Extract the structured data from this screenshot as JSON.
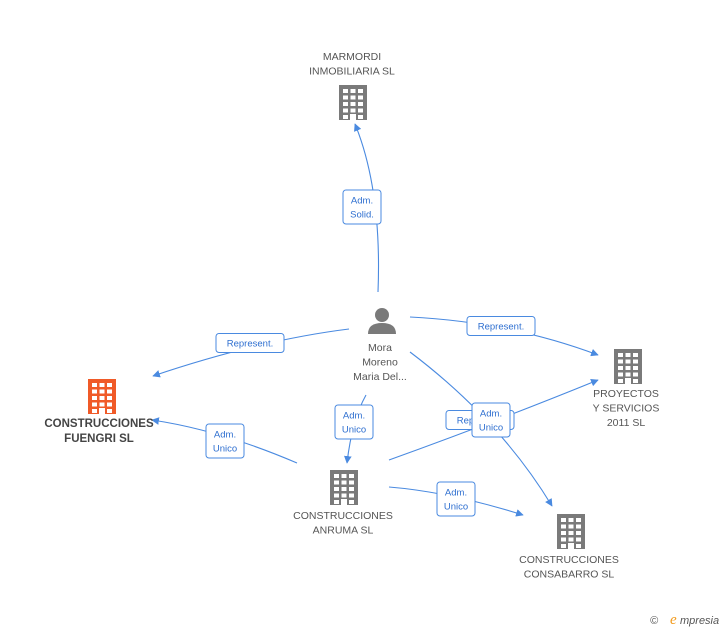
{
  "colors": {
    "edge": "#4a8ae0",
    "edge_text": "#2e6fd0",
    "company": "#7a7a7a",
    "focus_company": "#f05a28",
    "person": "#7a7a7a",
    "brand_e": "#f29b1d"
  },
  "nodes": {
    "person": {
      "icon": "person-icon",
      "lines": [
        "Mora",
        "Moreno",
        "Maria Del..."
      ]
    },
    "marmordi": {
      "icon": "building-icon",
      "lines": [
        "MARMORDI",
        "INMOBILIARIA SL"
      ]
    },
    "fuengri": {
      "icon": "building-icon",
      "lines": [
        "CONSTRUCCIONES",
        "FUENGRI SL"
      ],
      "focus": true
    },
    "anruma": {
      "icon": "building-icon",
      "lines": [
        "CONSTRUCCIONES",
        "ANRUMA SL"
      ]
    },
    "proyectos": {
      "icon": "building-icon",
      "lines": [
        "PROYECTOS",
        "Y SERVICIOS",
        "2011 SL"
      ]
    },
    "consabarro": {
      "icon": "building-icon",
      "lines": [
        "CONSTRUCCIONES",
        "CONSABARRO SL"
      ]
    }
  },
  "edges": [
    {
      "from": "person",
      "to": "marmordi",
      "lines": [
        "Adm.",
        "Solid."
      ]
    },
    {
      "from": "person",
      "to": "fuengri",
      "lines": [
        "Represent."
      ]
    },
    {
      "from": "person",
      "to": "proyectos",
      "lines": [
        "Represent."
      ]
    },
    {
      "from": "person",
      "to": "anruma",
      "lines": [
        "Adm.",
        "Unico"
      ]
    },
    {
      "from": "person",
      "to": "consabarro",
      "lines": [
        "Represent."
      ]
    },
    {
      "from": "anruma",
      "to": "fuengri",
      "lines": [
        "Adm.",
        "Unico"
      ]
    },
    {
      "from": "anruma",
      "to": "proyectos",
      "lines": [
        "Adm.",
        "Unico"
      ]
    },
    {
      "from": "anruma",
      "to": "consabarro",
      "lines": [
        "Adm.",
        "Unico"
      ]
    }
  ],
  "footer": {
    "copyright_symbol": "©",
    "brand_initial": "e",
    "brand_rest": "mpresia"
  }
}
